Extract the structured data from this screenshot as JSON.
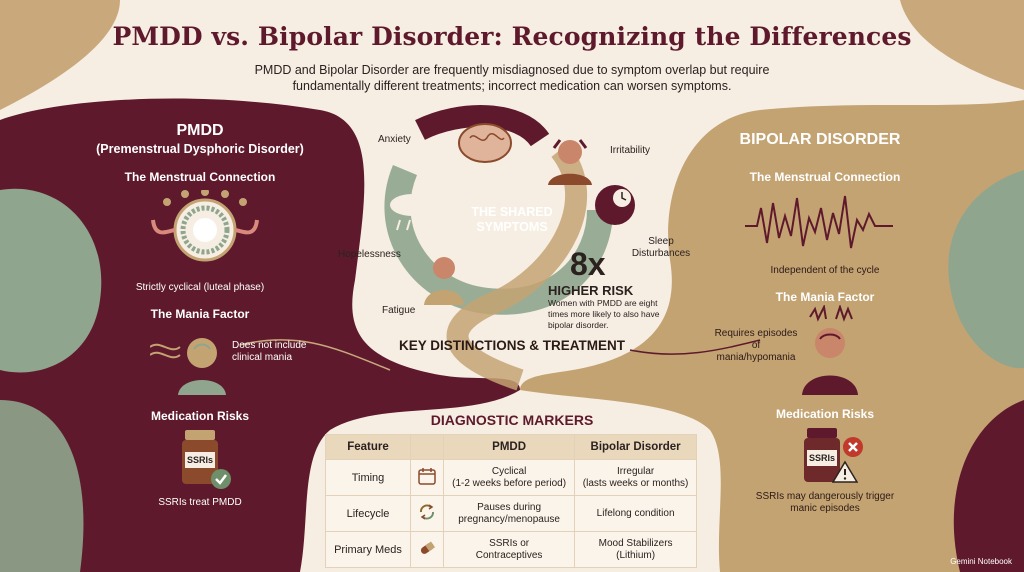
{
  "header": {
    "title": "PMDD vs. Bipolar Disorder: Recognizing the Differences",
    "subtitle": "PMDD and Bipolar Disorder are frequently misdiagnosed due to symptom overlap but require fundamentally different treatments; incorrect medication can worsen symptoms."
  },
  "pmdd": {
    "title": "PMDD",
    "subtitle": "(Premenstrual Dysphoric Disorder)",
    "menstrual_heading": "The Menstrual Connection",
    "menstrual_text": "Strictly cyclical (luteal phase)",
    "mania_heading": "The Mania Factor",
    "mania_text": "Does not include clinical mania",
    "meds_heading": "Medication Risks",
    "bottle_label": "SSRIs",
    "meds_text": "SSRIs treat PMDD"
  },
  "bipolar": {
    "title": "BIPOLAR DISORDER",
    "menstrual_heading": "The Menstrual Connection",
    "menstrual_text": "Independent of the cycle",
    "mania_heading": "The Mania Factor",
    "mania_text": "Requires episodes of mania/hypomania",
    "meds_heading": "Medication Risks",
    "bottle_label": "SSRIs",
    "meds_text": "SSRIs may dangerously trigger manic episodes"
  },
  "shared": {
    "title": "THE SHARED SYMPTOMS",
    "symptoms": [
      "Anxiety",
      "Irritability",
      "Hopelessness",
      "Sleep Disturbances",
      "Fatigue"
    ],
    "risk_multiplier": "8x",
    "risk_label": "HIGHER RISK",
    "risk_text": "Women with PMDD are eight times more likely to also have bipolar disorder."
  },
  "key_heading": "KEY DISTINCTIONS & TREATMENT",
  "diagnostic": {
    "heading": "DIAGNOSTIC MARKERS",
    "columns": [
      "Feature",
      "PMDD",
      "Bipolar Disorder"
    ],
    "rows": [
      {
        "feature": "Timing",
        "icon": "calendar-icon",
        "pmdd": "Cyclical",
        "pmdd_detail": "(1-2 weeks before period)",
        "bipolar": "Irregular",
        "bipolar_detail": "(lasts weeks or months)"
      },
      {
        "feature": "Lifecycle",
        "icon": "cycle-arrows-icon",
        "pmdd": "Pauses during",
        "pmdd_detail": "pregnancy/menopause",
        "bipolar": "Lifelong condition",
        "bipolar_detail": ""
      },
      {
        "feature": "Primary Meds",
        "icon": "pill-icon",
        "pmdd": "SSRIs or",
        "pmdd_detail": "Contraceptives",
        "bipolar": "Mood Stabilizers",
        "bipolar_detail": "(Lithium)"
      }
    ]
  },
  "watermark": "Gemini Notebook",
  "colors": {
    "burgundy": "#5e1a2c",
    "tan": "#c4a373",
    "sage": "#8fa58d",
    "cream": "#f6eee3"
  }
}
